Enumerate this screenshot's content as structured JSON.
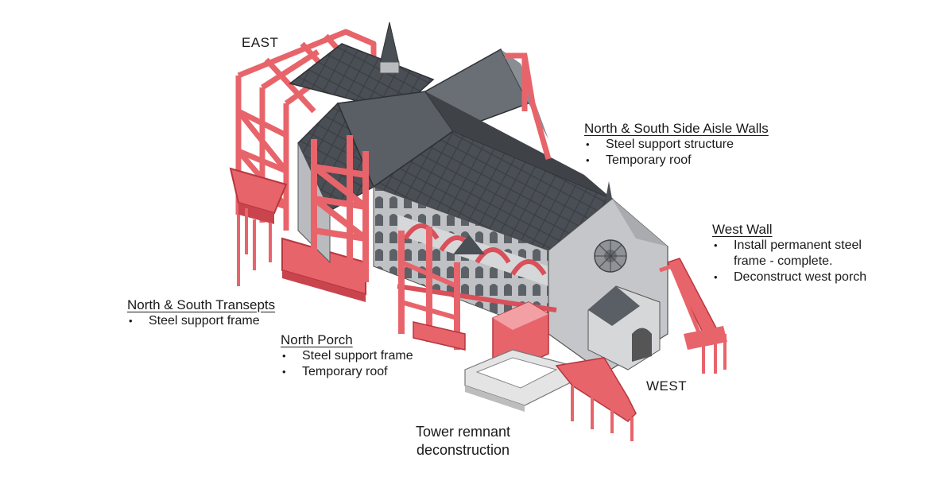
{
  "directions": {
    "east": "EAST",
    "west": "WEST"
  },
  "callouts": {
    "aisle_walls": {
      "title": "North & South Side Aisle Walls",
      "items": [
        "Steel support structure",
        "Temporary roof"
      ]
    },
    "west_wall": {
      "title": "West Wall",
      "items": [
        "Install permanent steel",
        "frame -  complete.",
        "Deconstruct west porch"
      ]
    },
    "transepts": {
      "title": "North & South Transepts",
      "items": [
        "Steel support frame"
      ]
    },
    "north_porch": {
      "title": "North Porch",
      "items": [
        "Steel support frame",
        "Temporary roof"
      ]
    },
    "tower": {
      "line1": "Tower remnant",
      "line2": "deconstruction"
    }
  },
  "colors": {
    "steel_frame": "#e8646b",
    "steel_frame_dark": "#b8363e",
    "roof": "#4a4f55",
    "roof_dark": "#33373c",
    "stone": "#b9bbbe",
    "stone_light": "#d6d7d9",
    "foundation": "#dcdcdc"
  }
}
